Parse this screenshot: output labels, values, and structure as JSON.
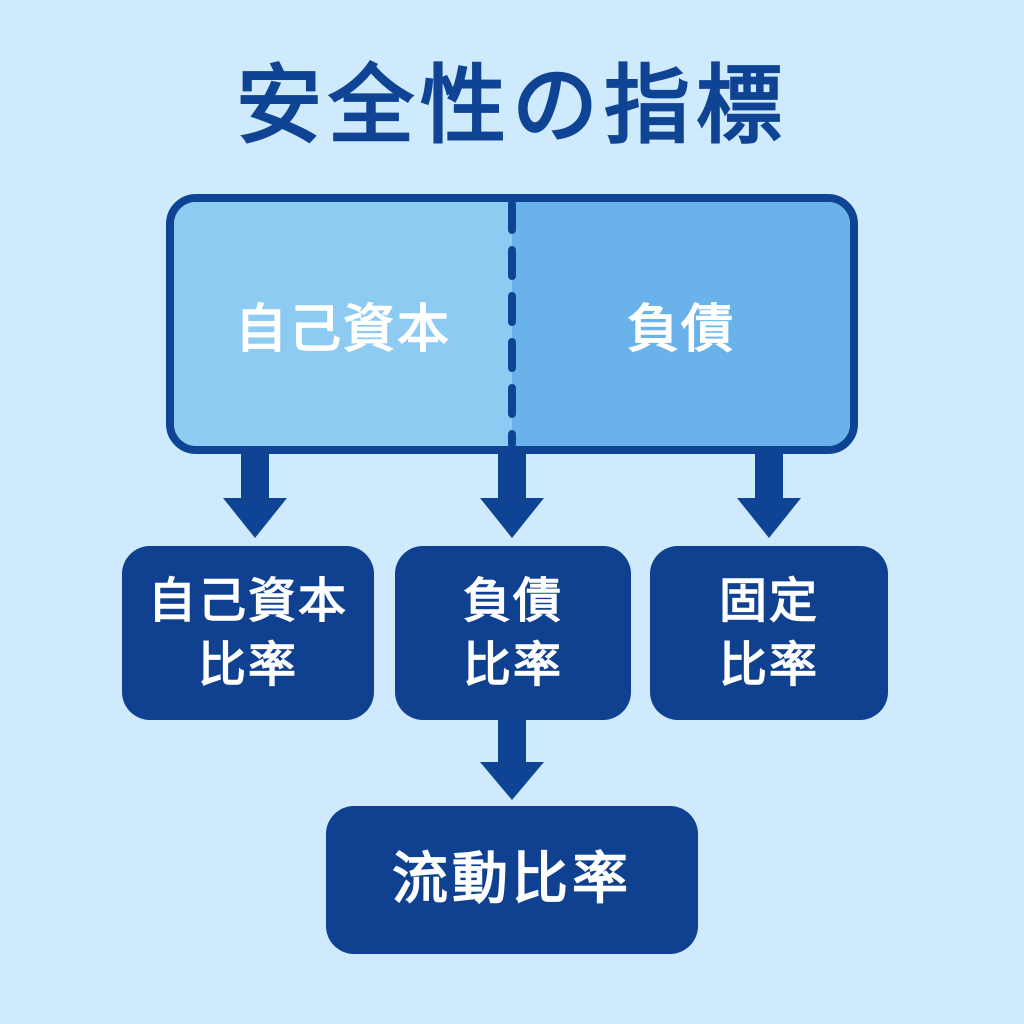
{
  "title": "安全性の指標",
  "balance": {
    "left_label": "自己資本",
    "right_label": "負債"
  },
  "ratios": {
    "equity": {
      "line1": "自己資本",
      "line2": "比率"
    },
    "debt": {
      "line1": "負債",
      "line2": "比率"
    },
    "fixed": {
      "line1": "固定",
      "line2": "比率"
    },
    "current": {
      "label": "流動比率"
    }
  },
  "colors": {
    "background": "#cfeafc",
    "navy": "#0f4494",
    "box_fill": "#104190",
    "equity_fill": "#8ecbf3",
    "debt_fill": "#6ab3ea",
    "text_light": "#ffffff"
  }
}
